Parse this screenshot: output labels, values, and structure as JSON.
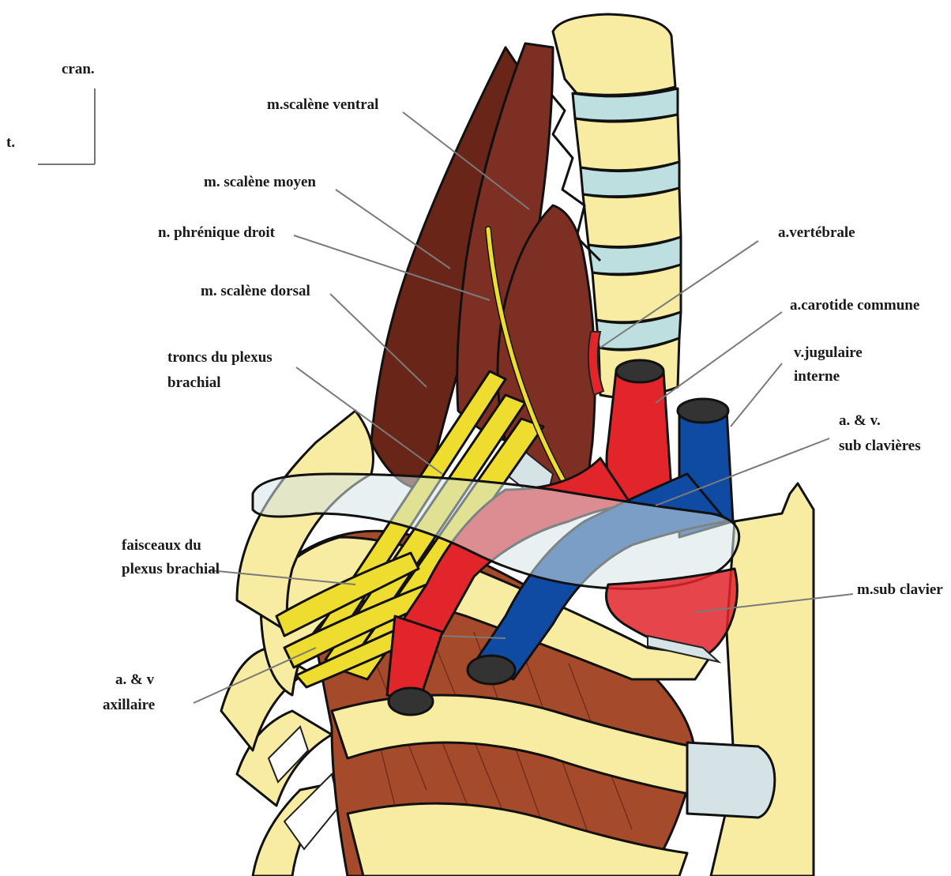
{
  "orientation": {
    "cranial": "cran.",
    "lateral": "t."
  },
  "labels": {
    "scalene_ventral": "m.scalène ventral",
    "scalene_moyen": "m. scalène moyen",
    "phrenique": "n. phrénique droit",
    "scalene_dorsal": "m. scalène dorsal",
    "troncs_line1": "troncs du plexus",
    "troncs_line2": "brachial",
    "faisceaux_line1": "faisceaux du",
    "faisceaux_line2": "plexus brachial",
    "axillaire_line1": "a. & v",
    "axillaire_line2": "axillaire",
    "vertebrale": "a.vertébrale",
    "carotide": "a.carotide commune",
    "jugulaire_line1": "v.jugulaire",
    "jugulaire_line2": "interne",
    "subclav_line1": "a. & v.",
    "subclav_line2": "sub clavières",
    "subclavier": "m.sub clavier"
  },
  "colors": {
    "bone": "#f7eca2",
    "disc": "#bddfe0",
    "muscle": "#7e2f24",
    "muscle_dark": "#6a2519",
    "muscle_rib": "#a54a2a",
    "artery": "#e2242b",
    "vein": "#0f4ba3",
    "nerve": "#eedd2e",
    "vessel_end": "#333333",
    "cartilage": "#d5e3e6"
  }
}
